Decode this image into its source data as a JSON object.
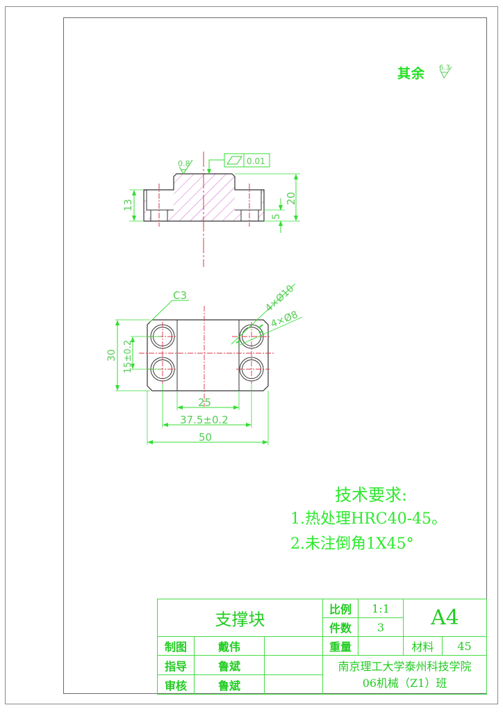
{
  "sheet": {
    "surface_finish_note": {
      "label": "其余",
      "value": "6.3"
    }
  },
  "front_view": {
    "surface_roughness": "0.8",
    "flatness_tolerance": {
      "symbol": "flatness",
      "value": "0.01"
    },
    "dimensions": {
      "left_height": "13",
      "right_total_height": "20",
      "right_base_height": "5"
    }
  },
  "top_view": {
    "chamfer": "C3",
    "holes": {
      "counterbore": "4×Ø10",
      "through": "4×Ø8"
    },
    "dimensions": {
      "height": "30",
      "hole_spacing_vertical": "15±0.2",
      "boss_width": "25",
      "hole_spacing_horizontal": "37.5±0.2",
      "total_width": "50"
    }
  },
  "technical_requirements": {
    "title": "技术要求:",
    "items": [
      "1.热处理HRC40-45。",
      "2.未注倒角1X45°"
    ]
  },
  "title_block": {
    "part_name": "支撑块",
    "scale_label": "比例",
    "scale_value": "1:1",
    "quantity_label": "件数",
    "quantity_value": "3",
    "paper_size": "A4",
    "weight_label": "重量",
    "weight_value": "",
    "material_label": "材料",
    "material_value": "45",
    "drawn_label": "制图",
    "drawn_by": "戴伟",
    "guide_label": "指导",
    "guide_by": "鲁斌",
    "review_label": "审核",
    "review_by": "鲁斌",
    "school": "南京理工大学泰州科技学院",
    "class": "06机械（Z1）班"
  },
  "colors": {
    "outline": "#333333",
    "dimension": "#33dd33",
    "centerline": "#dd3344",
    "hatch": "#cc55cc",
    "text": "#22cc22"
  }
}
